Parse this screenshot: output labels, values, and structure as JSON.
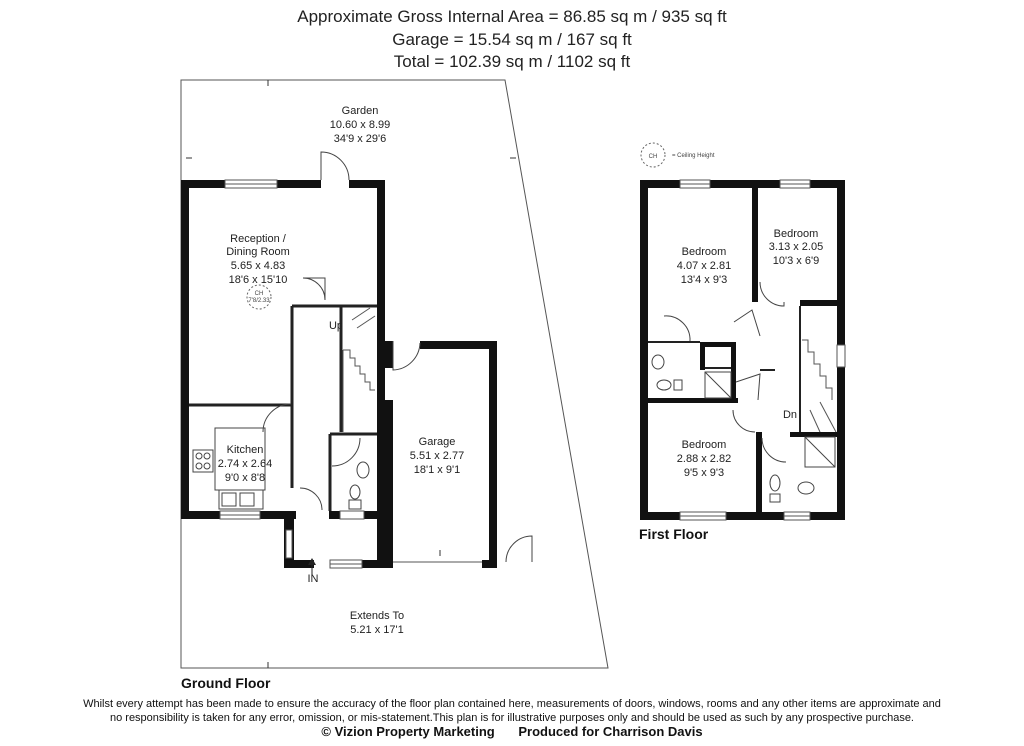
{
  "header": {
    "line1": "Approximate Gross Internal Area = 86.85 sq m / 935 sq ft",
    "line2": "Garage = 15.54 sq m / 167 sq ft",
    "line3": "Total = 102.39 sq m / 1102 sq ft"
  },
  "legend": {
    "symbol": "CH",
    "text": "= Ceiling Height"
  },
  "ground_floor": {
    "title": "Ground Floor",
    "garden": {
      "name": "Garden",
      "metric": "10.60 x 8.99",
      "imperial": "34'9 x 29'6"
    },
    "reception": {
      "name1": "Reception /",
      "name2": "Dining Room",
      "metric": "5.65 x 4.83",
      "imperial": "18'6 x 15'10"
    },
    "ceiling_marker": {
      "symbol": "CH",
      "value": "7'8/2.33"
    },
    "kitchen": {
      "name": "Kitchen",
      "metric": "2.74 x 2.64",
      "imperial": "9'0 x 8'8"
    },
    "garage": {
      "name": "Garage",
      "metric": "5.51 x 2.77",
      "imperial": "18'1 x 9'1"
    },
    "extends": {
      "name": "Extends To",
      "metric": "5.21 x 17'1"
    },
    "stairs_label": "Up",
    "entrance_label": "IN"
  },
  "first_floor": {
    "title": "First Floor",
    "bedroom1": {
      "name": "Bedroom",
      "metric": "4.07 x 2.81",
      "imperial": "13'4 x 9'3"
    },
    "bedroom2": {
      "name": "Bedroom",
      "metric": "3.13 x 2.05",
      "imperial": "10'3 x 6'9"
    },
    "bedroom3": {
      "name": "Bedroom",
      "metric": "2.88 x 2.82",
      "imperial": "9'5 x 9'3"
    },
    "stairs_label": "Dn"
  },
  "footer": {
    "disclaimer1": "Whilst every attempt has been made to ensure the accuracy of the floor plan contained here, measurements of doors, windows, rooms and any other items are approximate and",
    "disclaimer2": "no responsibility is taken for any error, omission, or mis-statement.This plan is for illustrative purposes only and should be used as such by any prospective purchase.",
    "copyright": "© Vizion Property Marketing",
    "produced_for": "Produced for Charrison Davis"
  }
}
